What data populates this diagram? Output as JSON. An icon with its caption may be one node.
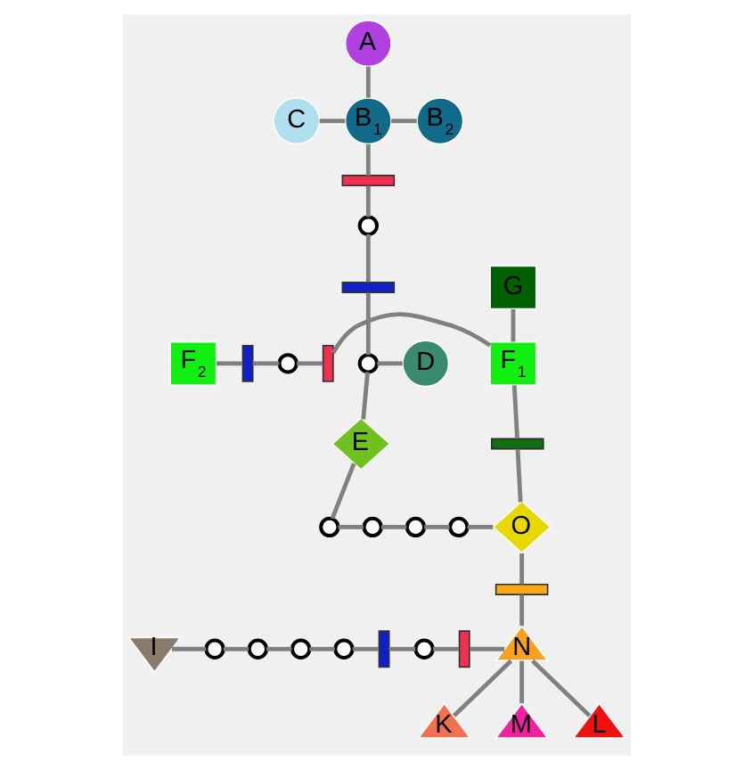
{
  "diagram": {
    "nodes": [
      {
        "text": [
          "A"
        ]
      },
      {
        "text": [
          "C"
        ]
      },
      {
        "text": [
          "B$_{1}$"
        ]
      },
      {
        "text": [
          "B$_{2}$"
        ]
      },
      {
        "text": [],
        "shape": "bar"
      },
      {
        "text": [],
        "shape": "circle"
      },
      {
        "text": [],
        "shape": "bar"
      },
      {
        "text": [
          "G"
        ]
      },
      {
        "text": [
          "D"
        ]
      },
      {
        "text": [],
        "shape": "circle"
      },
      {
        "text": [
          "F$_{2}$"
        ]
      },
      {
        "text": [],
        "shape": "bar"
      },
      {
        "text": [],
        "shape": "circle"
      },
      {
        "text": [],
        "shape": "bar"
      },
      {
        "text": [
          "F$_{1}$"
        ]
      },
      {
        "text": [
          "E"
        ]
      },
      {
        "text": [],
        "shape": "bar"
      },
      {
        "text": [],
        "shape": "circle"
      },
      {
        "text": [],
        "shape": "circle"
      },
      {
        "text": [],
        "shape": "circle"
      },
      {
        "text": [],
        "shape": "circle"
      },
      {
        "text": [
          "O"
        ]
      },
      {
        "text": [],
        "shape": "bar"
      },
      {
        "text": [
          "I"
        ]
      },
      {
        "text": [],
        "shape": "circle"
      },
      {
        "text": [],
        "shape": "circle"
      },
      {
        "text": [],
        "shape": "circle"
      },
      {
        "text": [],
        "shape": "circle"
      },
      {
        "text": [],
        "shape": "bar"
      },
      {
        "text": [],
        "shape": "circle"
      },
      {
        "text": [],
        "shape": "bar"
      },
      {
        "text": [
          "N"
        ]
      },
      {
        "text": [
          "K"
        ]
      },
      {
        "text": [
          "M"
        ]
      },
      {
        "text": [
          "L"
        ]
      }
    ],
    "edges": [
      {
        "from": 0,
        "to": 2,
        "arrow": "none"
      },
      {
        "from": 1,
        "to": 2,
        "arrow": "none"
      },
      {
        "from": 2,
        "to": 3,
        "arrow": "none"
      },
      {
        "from": 2,
        "to": 4,
        "arrow": "none"
      },
      {
        "from": 4,
        "to": 5,
        "arrow": "none"
      },
      {
        "from": 5,
        "to": 6,
        "arrow": "none"
      },
      {
        "from": 6,
        "to": 9,
        "arrow": "none"
      },
      {
        "from": 8,
        "to": 9,
        "arrow": "none"
      },
      {
        "from": 9,
        "to": 15,
        "arrow": "none"
      },
      {
        "from": 15,
        "to": 17,
        "arrow": "none"
      },
      {
        "from": 17,
        "to": 18,
        "arrow": "none"
      },
      {
        "from": 18,
        "to": 19,
        "arrow": "none"
      },
      {
        "from": 19,
        "to": 20,
        "arrow": "none"
      },
      {
        "from": 20,
        "to": 21,
        "arrow": "none"
      },
      {
        "from": 7,
        "to": 14,
        "arrow": "none"
      },
      {
        "from": 10,
        "to": 11,
        "arrow": "none"
      },
      {
        "from": 11,
        "to": 12,
        "arrow": "none"
      },
      {
        "from": 12,
        "to": 13,
        "arrow": "none"
      },
      {
        "from": 13,
        "to": 14,
        "arrow": "none"
      },
      {
        "from": 14,
        "to": 16,
        "arrow": "none"
      },
      {
        "from": 16,
        "to": 21,
        "arrow": "none"
      },
      {
        "from": 21,
        "to": 22,
        "arrow": "none"
      },
      {
        "from": 22,
        "to": 31,
        "arrow": "none"
      },
      {
        "from": 23,
        "to": 24,
        "arrow": "none"
      },
      {
        "from": 24,
        "to": 25,
        "arrow": "none"
      },
      {
        "from": 25,
        "to": 26,
        "arrow": "none"
      },
      {
        "from": 26,
        "to": 27,
        "arrow": "none"
      },
      {
        "from": 27,
        "to": 28,
        "arrow": "none"
      },
      {
        "from": 28,
        "to": 29,
        "arrow": "none"
      },
      {
        "from": 29,
        "to": 30,
        "arrow": "none"
      },
      {
        "from": 30,
        "to": 31,
        "arrow": "none"
      },
      {
        "from": 31,
        "to": 32,
        "arrow": "none"
      },
      {
        "from": 31,
        "to": 33,
        "arrow": "none"
      },
      {
        "from": 31,
        "to": 34,
        "arrow": "none"
      }
    ]
  }
}
